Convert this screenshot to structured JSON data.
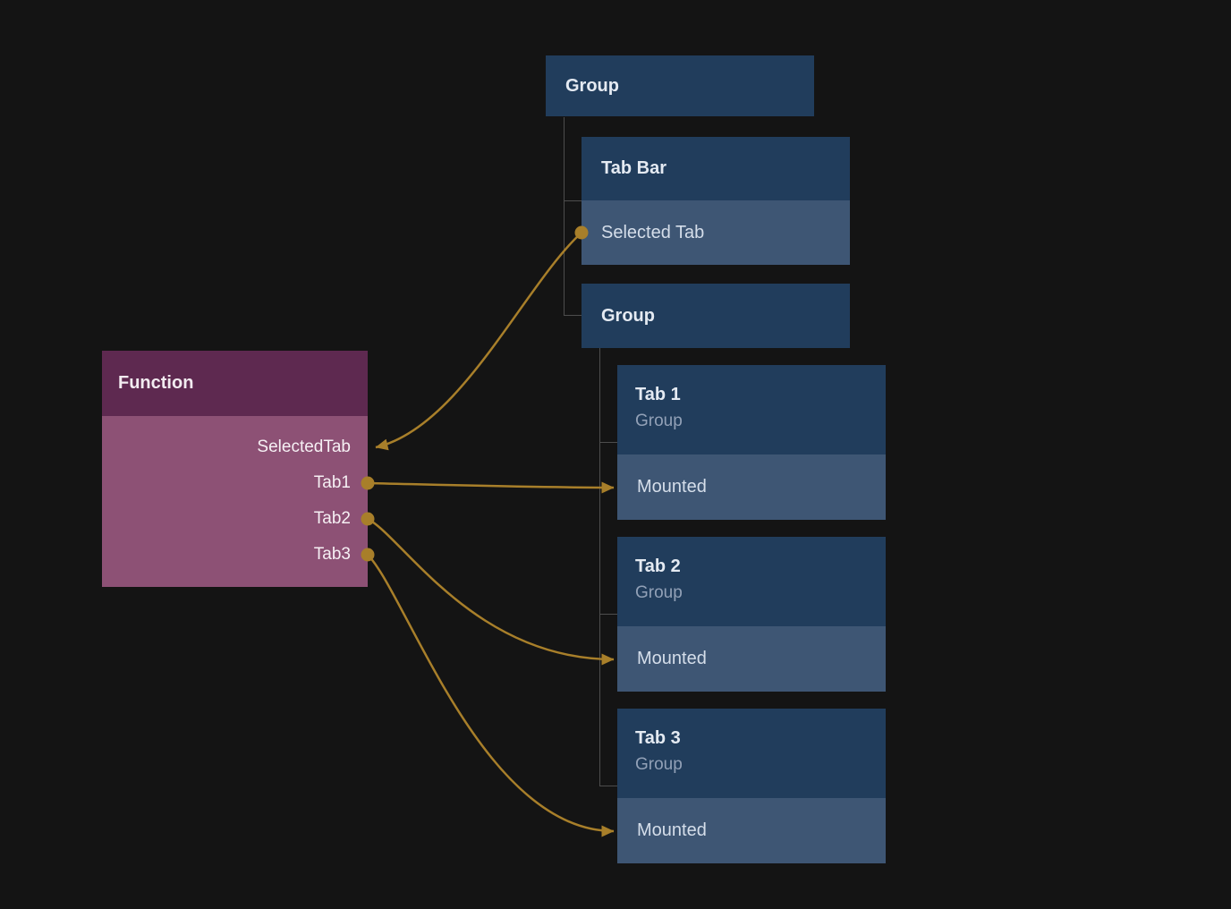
{
  "canvas": {
    "background": "#141414",
    "wire_color": "#a87f2a",
    "tree_line_color": "#4d4d4d",
    "node_colors": {
      "blue_header": "#213d5c",
      "blue_row": "#3e5674",
      "purple_header": "#5e2950",
      "purple_body": "#8d5175"
    }
  },
  "nodes": {
    "group_root": {
      "title": "Group"
    },
    "tab_bar": {
      "title": "Tab Bar",
      "property": "Selected Tab"
    },
    "group_inner": {
      "title": "Group"
    },
    "tab1": {
      "title": "Tab 1",
      "subtitle": "Group",
      "property": "Mounted"
    },
    "tab2": {
      "title": "Tab 2",
      "subtitle": "Group",
      "property": "Mounted"
    },
    "tab3": {
      "title": "Tab 3",
      "subtitle": "Group",
      "property": "Mounted"
    },
    "function": {
      "title": "Function",
      "ports": [
        "SelectedTab",
        "Tab1",
        "Tab2",
        "Tab3"
      ]
    }
  }
}
